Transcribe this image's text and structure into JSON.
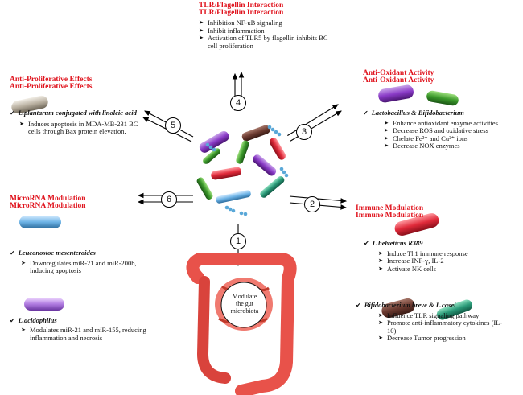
{
  "center_label": [
    "Modulate",
    "the gut",
    "microbiota"
  ],
  "panels": {
    "tlr": {
      "title": "TLR/Flagellin Interaction",
      "items": [
        "Inhibition NF-κB signaling",
        "Inhibit inflammation",
        "Activation of TLR5 by flagellin inhibits BC cell proliferation"
      ]
    },
    "antiprolif": {
      "title": "Anti-Proliferative Effects",
      "organism": "L.plantarum conjugated with linoleic acid",
      "items": [
        "Induces apoptosis in MDA-MB-231 BC cells through Bax protein elevation."
      ]
    },
    "antioxidant": {
      "title": "Anti-Oxidant Activity",
      "organism": "Lactobacillus & Bifidobacterium",
      "items": [
        "Enhance antioxidant enzyme activities",
        "Decrease ROS and oxidative stress",
        "Chelate Fe²⁺ and Cu²⁺ ions",
        "Decrease NOX enzymes"
      ]
    },
    "microrna": {
      "title": "MicroRNA Modulation",
      "groups": [
        {
          "organism": "Leuconostoc mesenteroides",
          "items": [
            "Downregulates miR-21 and miR-200b, inducing apoptosis"
          ]
        },
        {
          "organism": "L.acidophilus",
          "items": [
            "Modulates miR-21 and miR-155, reducing inflammation and necrosis"
          ]
        }
      ]
    },
    "immune": {
      "title": "Immune Modulation",
      "groups": [
        {
          "organism": "L.helveticus R389",
          "items": [
            "Induce Th1 immune response",
            "Increase INF-ɣ, IL-2",
            "Activate NK cells"
          ]
        },
        {
          "organism": "Bifidobacterium breve & L.casei",
          "items": [
            "Influence TLR signaling pathway",
            "Promote anti-inflammatory cytokines (IL-10)",
            "Decrease Tumor progression"
          ]
        }
      ]
    }
  },
  "numbers": [
    "1",
    "2",
    "3",
    "4",
    "5",
    "6"
  ],
  "colors": {
    "title_red": "#e0141e",
    "intestine": "#e8524a",
    "colon_dark": "#c0392b"
  }
}
